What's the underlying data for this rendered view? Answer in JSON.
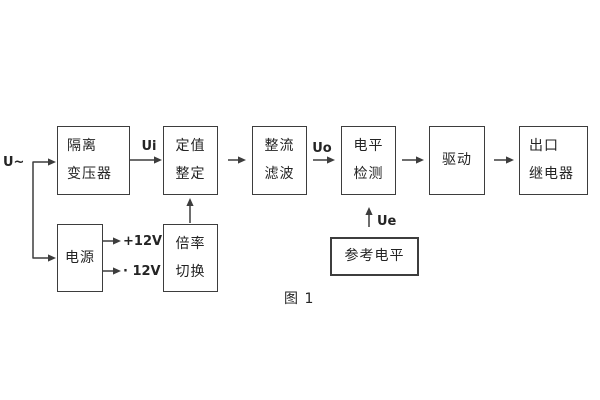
{
  "figure_caption": "图 1",
  "input_label": "U~",
  "signal_labels": {
    "ui": "Ui",
    "uo": "Uo",
    "ue": "Ue"
  },
  "power_labels": {
    "positive": "+12V",
    "negative": "· 12V"
  },
  "blocks": {
    "isolation_transformer": {
      "line1": "隔离",
      "line2": "变压器"
    },
    "setpoint_setting": {
      "line1": "定值",
      "line2": "整定"
    },
    "rectifier_filter": {
      "line1": "整流",
      "line2": "滤波"
    },
    "level_detection": {
      "line1": "电平",
      "line2": "检测"
    },
    "driver": {
      "label": "驱动"
    },
    "output_relay": {
      "line1": "出口",
      "line2": "继电器"
    },
    "power_supply": {
      "label": "电源"
    },
    "ratio_switching": {
      "line1": "倍率",
      "line2": "切换"
    },
    "reference_level": {
      "label": "参考电平"
    }
  },
  "colors": {
    "line": "#3d3d3d",
    "text": "#242424",
    "background": "#ffffff"
  }
}
